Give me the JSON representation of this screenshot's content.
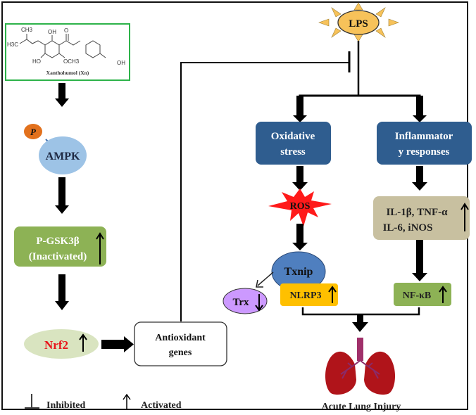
{
  "compound": {
    "name": "Xanthohumol (Xn)",
    "groups": [
      "CH3",
      "H3C",
      "OH",
      "O",
      "HO",
      "OCH3",
      "OH"
    ],
    "border_color": "#2db34a"
  },
  "nodes": {
    "phospho": "P",
    "ampk": "AMPK",
    "pgsk_line1": "P-GSK3β",
    "pgsk_line2": "(Inactivated)",
    "nrf2": "Nrf2",
    "antioxidant_line1": "Antioxidant",
    "antioxidant_line2": "genes",
    "lps": "LPS",
    "oxidative_line1": "Oxidative",
    "oxidative_line2": "stress",
    "inflam_line1": "Inflammator",
    "inflam_line2": "y responses",
    "ros": "ROS",
    "cytokines_line1": "IL-1β, TNF-α",
    "cytokines_line2": "IL-6, iNOS",
    "txnip": "Txnip",
    "nlrp3": "NLRP3",
    "trx": "Trx",
    "nfkb": "NF-κB",
    "outcome": "Acute Lung Injury"
  },
  "legend": {
    "inhibited_symbol": "⊥",
    "inhibited": "Inhibited",
    "activated_symbol": "↑",
    "activated": "Activated"
  },
  "arrows": {
    "up": "↑",
    "down": "↓"
  },
  "colors": {
    "phospho": "#e2711d",
    "ampk": "#9dc3e6",
    "pgsk": "#8db255",
    "nrf2_bg": "#d9e4c0",
    "nrf2_text": "#e8141a",
    "lps": "#f7c25a",
    "blue_box": "#2f5d8f",
    "ros": "#ff1a1a",
    "cytokines": "#c8c0a0",
    "txnip": "#4f7fbf",
    "nlrp3": "#ffc000",
    "trx": "#cc99ff",
    "nfkb": "#8db255",
    "lung": "#b0141a",
    "trachea": "#a0306a"
  }
}
